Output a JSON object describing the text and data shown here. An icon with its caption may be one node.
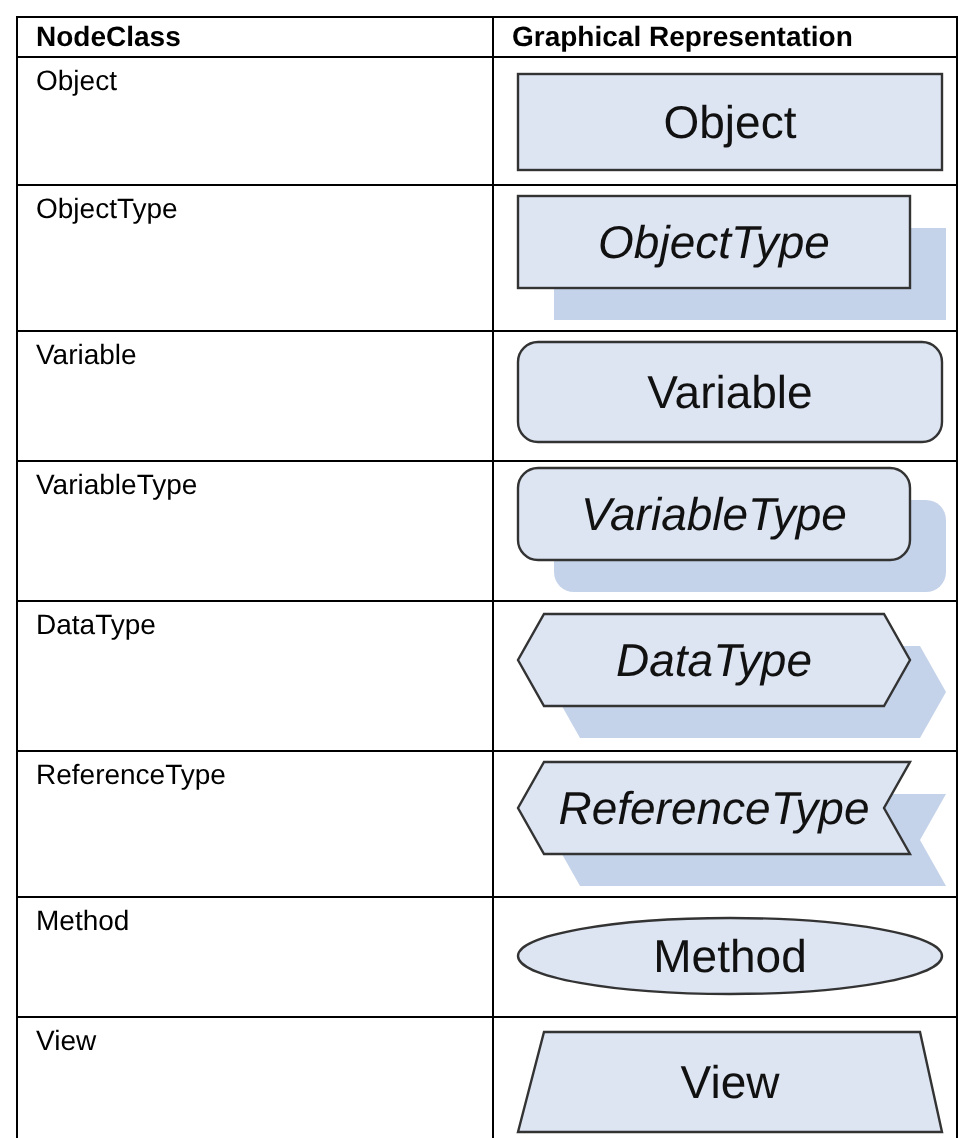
{
  "diagram": {
    "nodes": [
      {
        "text": [
          "Object"
        ]
      },
      {
        "text": [
          "ObjectType"
        ]
      },
      {
        "text": [
          "Variable"
        ]
      },
      {
        "text": [
          "VariableType"
        ]
      },
      {
        "text": [
          "DataType"
        ]
      },
      {
        "text": [
          "ReferenceType"
        ]
      },
      {
        "text": [
          "Method"
        ]
      },
      {
        "text": [
          "View"
        ]
      }
    ],
    "labels": [
      "NodeClass",
      "Graphical Representation",
      "Object",
      "ObjectType",
      "Variable",
      "VariableType",
      "DataType",
      "ReferenceType",
      "Method",
      "View"
    ]
  }
}
